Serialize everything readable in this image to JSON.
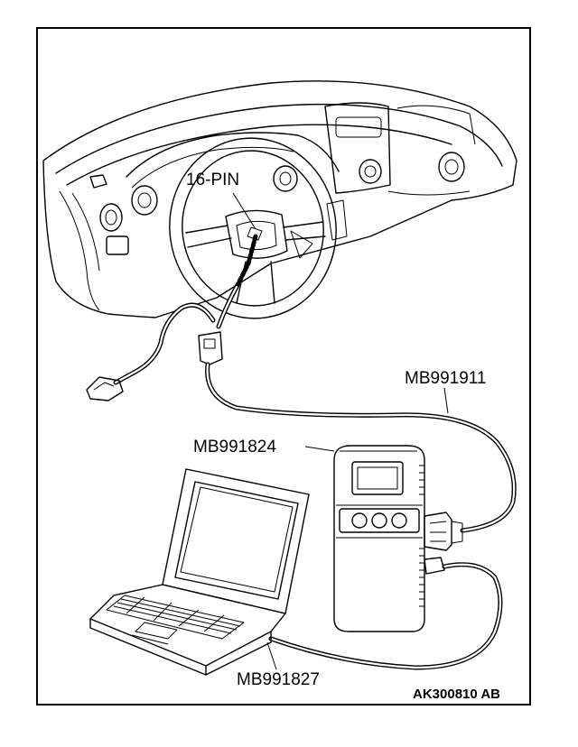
{
  "diagram": {
    "labels": {
      "connector": "16-PIN",
      "cable": "MB991911",
      "interface": "MB991824",
      "usb_cable": "MB991827"
    },
    "figure_code": "AK300810 AB"
  }
}
